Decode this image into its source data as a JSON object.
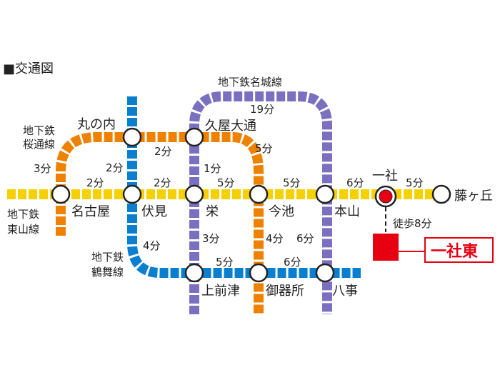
{
  "title": "■交通図",
  "colors": {
    "higashiyama": "#f7d000",
    "sakuradori": "#ee8100",
    "tsurumai": "#0a7fd0",
    "meijo": "#7b70c0",
    "highlight": "#e60012"
  },
  "lines": {
    "meijo": "地下鉄名城線",
    "sakuradori": [
      "地下鉄",
      "桜通線"
    ],
    "higashiyama": [
      "地下鉄",
      "東山線"
    ],
    "tsurumai": [
      "地下鉄",
      "鶴舞線"
    ]
  },
  "stations": {
    "nagoya": "名古屋",
    "fushimi": "伏見",
    "sakae": "栄",
    "imaike": "今池",
    "motoyama": "本山",
    "issha": "一社",
    "fujigaoka": "藤ヶ丘",
    "marunouchi": "丸の内",
    "hisaya": "久屋大通",
    "kamimaezu": "上前津",
    "gokiso": "御器所",
    "yagoto": "八事"
  },
  "times": {
    "meijo_loop": "19分",
    "sakura_nagoya_marunouchi": "3分",
    "tsurumai_fushimi_marunouchi": "2分",
    "sakura_marunouchi_hisaya": "2分",
    "sakura_hisaya_imaike": "5分",
    "meijo_hisaya_sakae": "1分",
    "higashi_nagoya_fushimi": "2分",
    "higashi_fushimi_sakae": "2分",
    "higashi_sakae_imaike": "5分",
    "higashi_imaike_motoyama": "5分",
    "higashi_motoyama_issha": "6分",
    "higashi_issha_fujigaoka": "5分",
    "tsurumai_fushimi_kamimaezu": "4分",
    "meijo_sakae_kamimaezu": "3分",
    "sakura_imaike_gokiso": "4分",
    "meijo_motoyama_yagoto": "6分",
    "tsurumai_kamimaezu_gokiso": "5分",
    "tsurumai_gokiso_yagoto": "6分"
  },
  "walk": "徒歩8分",
  "destination": "一社東"
}
